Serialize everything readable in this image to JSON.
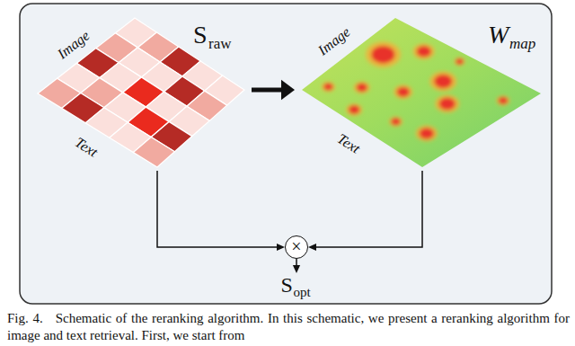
{
  "diagram": {
    "caption": "Fig. 4.   Schematic of the reranking algorithm. In this schematic, we present a reranking algorithm for image and text retrieval. First, we start from",
    "nodes": [
      {
        "text": [
          "Image",
          "Text",
          "S",
          "raw"
        ]
      },
      {
        "text": [
          "Image",
          "Text",
          "W",
          "map"
        ]
      },
      {
        "text": [
          "×"
        ]
      },
      {
        "text": [
          "S",
          "opt"
        ]
      }
    ],
    "edges": [
      {
        "from": 0,
        "to": 1,
        "arrow": "to"
      },
      {
        "from": 0,
        "to": 2,
        "arrow": "to"
      },
      {
        "from": 1,
        "to": 2,
        "arrow": "to"
      },
      {
        "from": 2,
        "to": 3,
        "arrow": "to"
      }
    ]
  }
}
